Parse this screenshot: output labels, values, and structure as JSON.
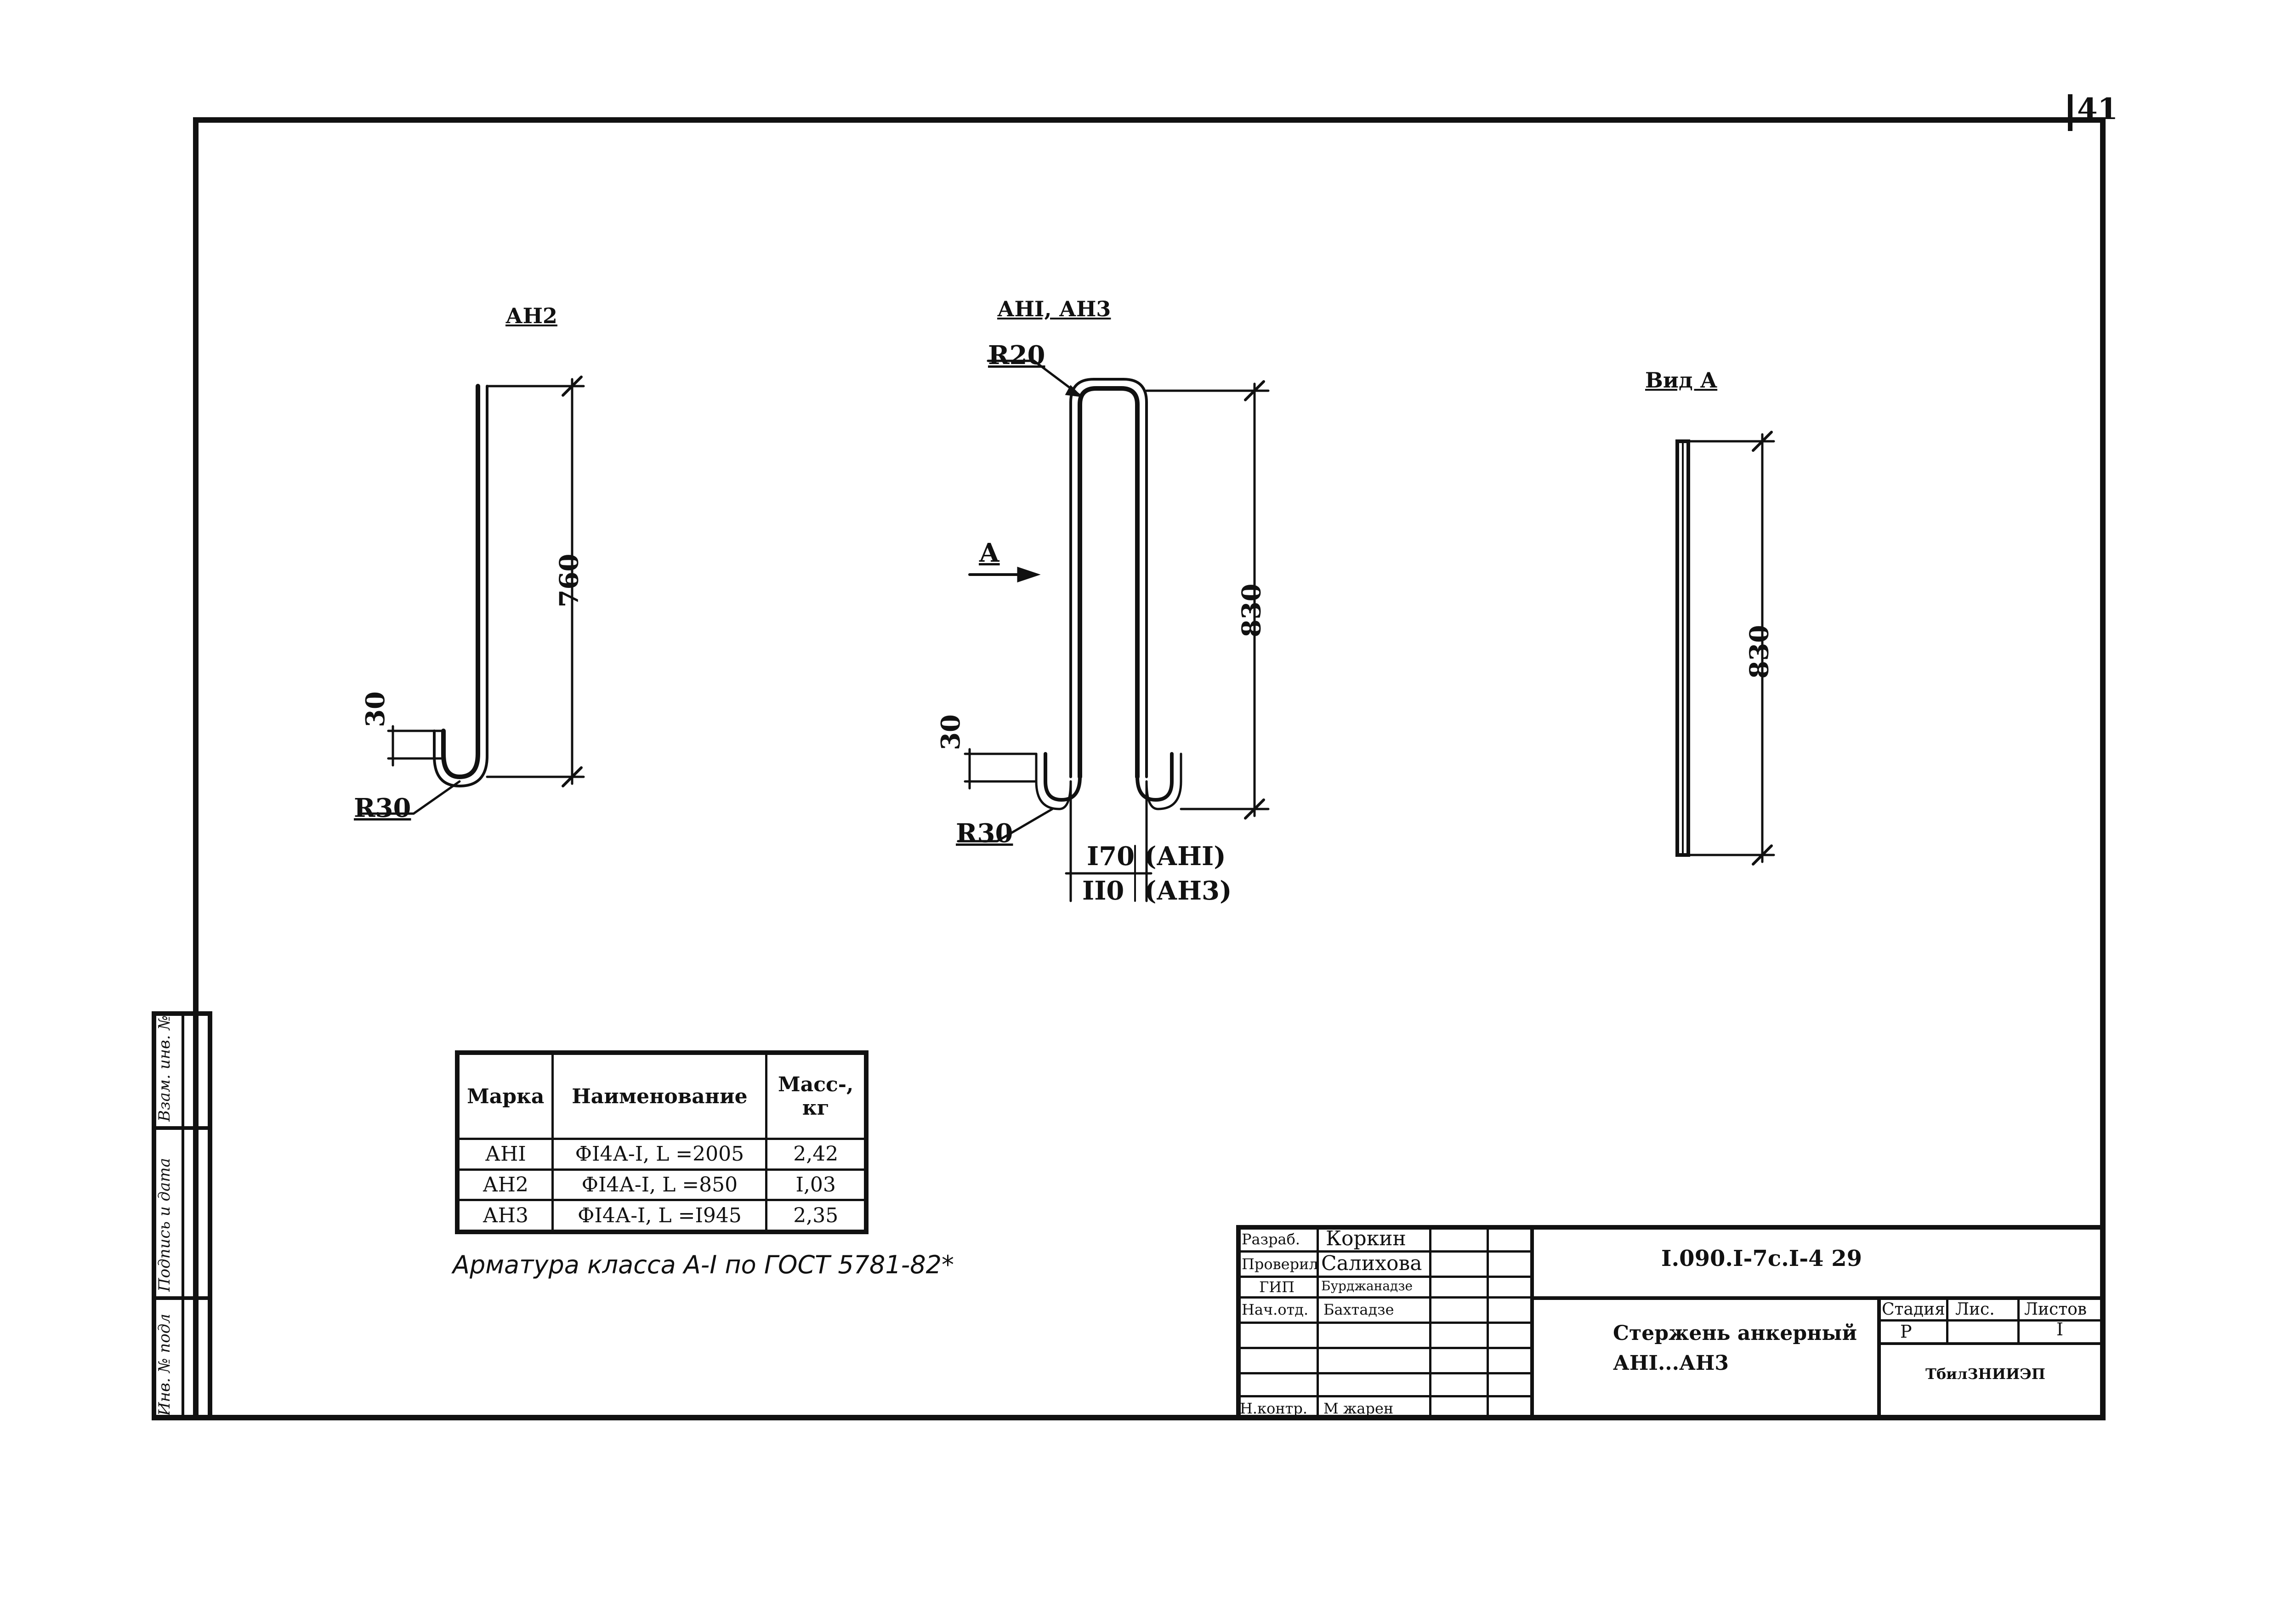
{
  "sheet_number": "41",
  "side_strip": {
    "cells": [
      "Инв. № подл",
      "Подпись и дата",
      "Взам. инв. №"
    ]
  },
  "views": {
    "an2": {
      "title": "АН2",
      "dims": {
        "height": "760",
        "hook": "30",
        "radius": "R30"
      }
    },
    "an13": {
      "title": "АНI, АН3",
      "dims": {
        "top_radius": "R20",
        "height": "830",
        "hook": "30",
        "radius": "R30",
        "width_an1": "I70",
        "width_an1_label": "(АНI)",
        "width_an3": "II0",
        "width_an3_label": "(АН3)",
        "arrow_label": "А"
      }
    },
    "view_a": {
      "title": "Вид А",
      "dims": {
        "height": "830"
      }
    }
  },
  "spec_table": {
    "headers": [
      "Марка",
      "Наименование",
      "Масс-, кг"
    ],
    "rows": [
      [
        "АНI",
        "ФI4А-I, L =2005",
        "2,42"
      ],
      [
        "АН2",
        "ФI4А-I, L =850",
        "I,03"
      ],
      [
        "АН3",
        "ФI4А-I, L =I945",
        "2,35"
      ]
    ]
  },
  "note": "Арматура класса А-I по ГОСТ 5781-82*",
  "title_block": {
    "roles": [
      {
        "role": "Разраб.",
        "name": "Коркин"
      },
      {
        "role": "Проверил",
        "name": "Салихова"
      },
      {
        "role": "ГИП",
        "name": "Бурджанадзе"
      },
      {
        "role": "Нач.отд.",
        "name": "Бахтадзе"
      },
      {
        "role": "Н.контр.",
        "name": "М жарен"
      }
    ],
    "document_code": "I.090.I-7с.I-4 29",
    "title_line1": "Стержень анкерный",
    "title_line2": "АНI...АН3",
    "stage_header": "Стадия",
    "sheet_header": "Лис.",
    "sheets_header": "Листов",
    "stage_value": "Р",
    "sheets_value": "I",
    "organization": "ТбилЗНИИЭП"
  }
}
